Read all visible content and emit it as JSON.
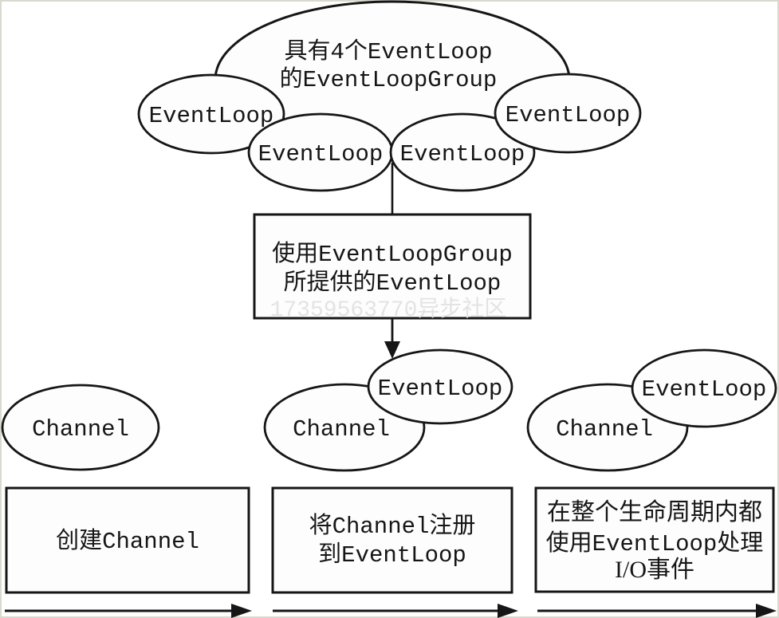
{
  "diagram": {
    "title_context": "Netty EventLoop / Channel lifecycle diagram",
    "colors": {
      "ink": "#161616",
      "shape_fill": "#fdfdfd",
      "watermark": "#e3e3e3",
      "page_border": "#d9d9cd"
    },
    "top_group": {
      "label_line1": "具有4个EventLoop",
      "label_line2": "的EventLoopGroup",
      "loop1": "EventLoop",
      "loop2": "EventLoop",
      "loop3": "EventLoop",
      "loop4": "EventLoop"
    },
    "provider_box": {
      "line1": "使用EventLoopGroup",
      "line2": "所提供的EventLoop",
      "watermark": "17359563770异步社区"
    },
    "stage1": {
      "channel": "Channel",
      "caption": "创建Channel"
    },
    "stage2": {
      "channel": "Channel",
      "event_loop": "EventLoop",
      "caption_line1": "将Channel注册",
      "caption_line2": "到EventLoop"
    },
    "stage3": {
      "channel": "Channel",
      "event_loop": "EventLoop",
      "caption_line1": "在整个生命周期内都",
      "caption_line2": "使用EventLoop处理",
      "caption_line3": "I/O事件"
    }
  }
}
